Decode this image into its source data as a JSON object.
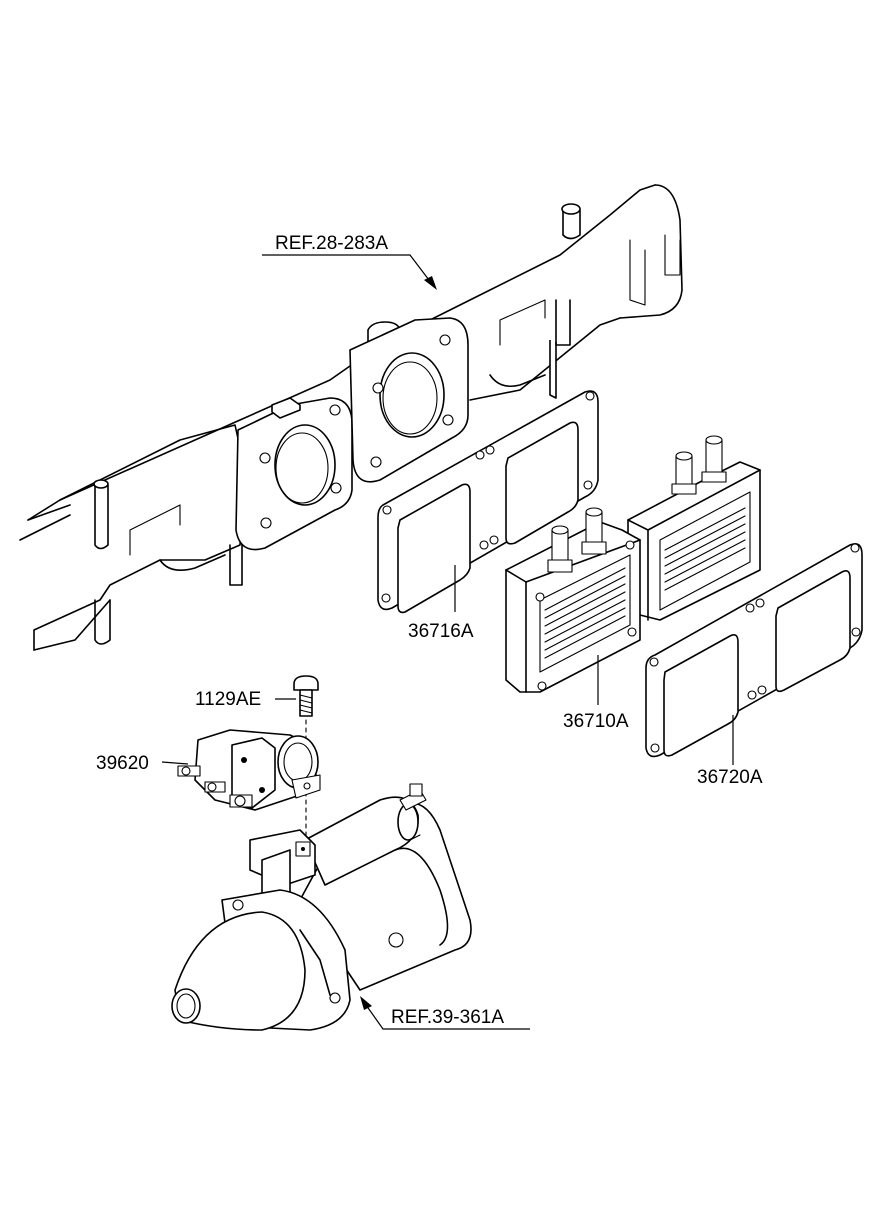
{
  "labels": {
    "ref_manifold": "REF.28-283A",
    "gasket_front": "36716A",
    "heater": "36710A",
    "gasket_rear": "36720A",
    "bolt": "1129AE",
    "relay": "39620",
    "ref_starter": "REF.39-361A"
  }
}
